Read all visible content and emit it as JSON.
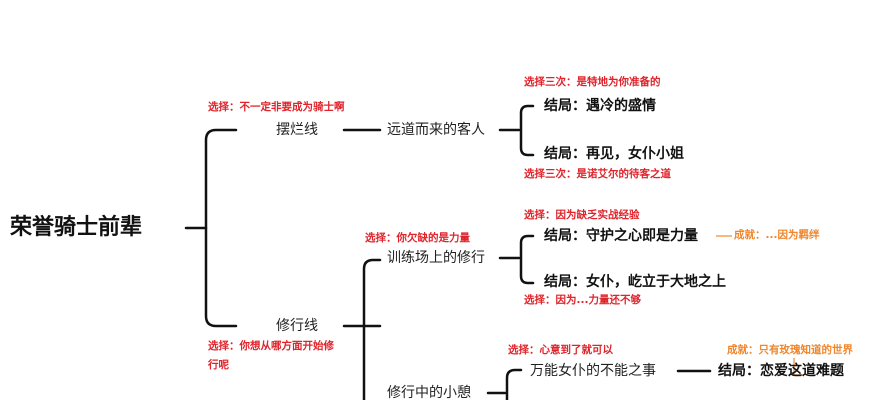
{
  "root": "荣誉骑士前辈",
  "branches": {
    "b1": {
      "label": "摆烂线",
      "note": "选择：不一定非要成为骑士啊",
      "child": {
        "label": "远道而来的客人",
        "note_top": "选择三次：是特地为你准备的",
        "note_bottom": "选择三次：是诺艾尔的待客之道",
        "end1": "结局：遇冷的盛情",
        "end2": "结局：再见，女仆小姐"
      }
    },
    "b2": {
      "label": "修行线",
      "note_line1": "选择：你想从哪方面开始修",
      "note_line2": "行呢",
      "child1": {
        "label": "训练场上的修行",
        "note": "选择：你欠缺的是力量",
        "note_top": "选择：因为缺乏实战经验",
        "note_bottom": "选择：因为...力量还不够",
        "end1": "结局：守护之心即是力量",
        "end1_achievement": "成就：...因为羁绊",
        "end2": "结局：女仆，屹立于大地之上"
      },
      "child2": {
        "label": "修行中的小憩",
        "grandchild": {
          "label": "万能女仆的不能之事",
          "note": "选择：心意到了就可以",
          "end": "结局：恋爱这道难题",
          "achievement": "成就：只有玫瑰知道的世界"
        }
      }
    }
  },
  "colors": {
    "line": "#111111",
    "choice_red": "#e0242b",
    "achievement_orange": "#f0872e"
  }
}
